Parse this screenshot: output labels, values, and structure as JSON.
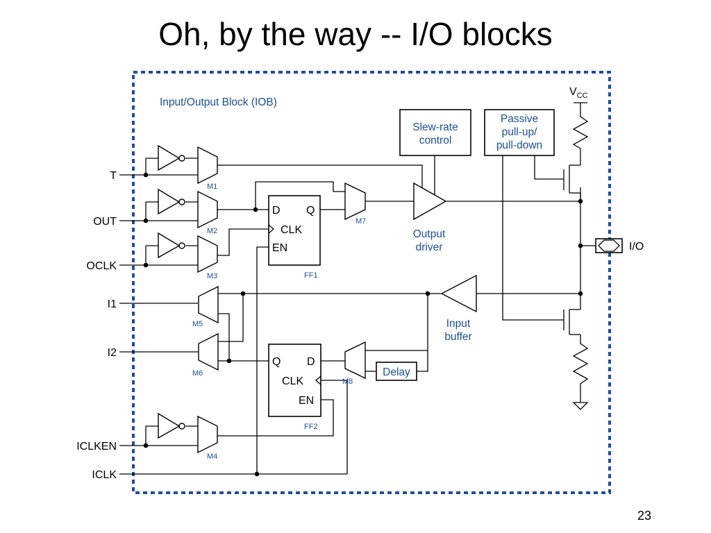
{
  "slide": {
    "title": "Oh, by the way -- I/O blocks",
    "page_number": "23"
  },
  "diagram": {
    "block_label": "Input/Output Block (IOB)",
    "inputs": {
      "t": "T",
      "out": "OUT",
      "oclk": "OCLK",
      "i1": "I1",
      "i2": "I2",
      "iclken": "ICLKEN",
      "iclk": "ICLK"
    },
    "io_pad": "I/O",
    "vcc": {
      "main": "V",
      "sub": "CC"
    },
    "slew_box": {
      "line1": "Slew-rate",
      "line2": "control"
    },
    "pull_box": {
      "line1": "Passive",
      "line2": "pull-up/",
      "line3": "pull-down"
    },
    "output_driver": {
      "line1": "Output",
      "line2": "driver"
    },
    "input_buffer": {
      "line1": "Input",
      "line2": "buffer"
    },
    "delay": "Delay",
    "muxes": {
      "m1": "M1",
      "m2": "M2",
      "m3": "M3",
      "m4": "M4",
      "m5": "M5",
      "m6": "M6",
      "m7": "M7",
      "m8": "M8"
    },
    "ff1": {
      "name": "FF1",
      "d": "D",
      "q": "Q",
      "clk": "CLK",
      "en": "EN"
    },
    "ff2": {
      "name": "FF2",
      "d": "D",
      "q": "Q",
      "clk": "CLK",
      "en": "EN"
    },
    "colors": {
      "border": "#1f4e9b",
      "label": "#1a4f95",
      "wire": "#000000"
    }
  }
}
